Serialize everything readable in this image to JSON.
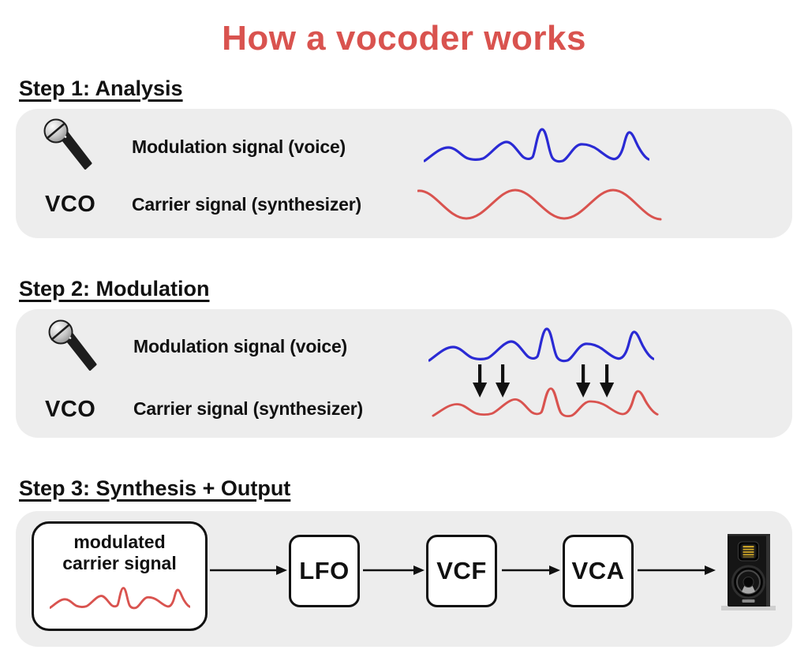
{
  "title": "How a vocoder works",
  "colors": {
    "accent_red": "#d9534f",
    "signal_blue": "#2a2ad4",
    "panel_gray": "#ededed",
    "ink": "#111111"
  },
  "step1": {
    "heading": "Step 1: Analysis",
    "device_label": "VCO",
    "modulation_label": "Modulation signal (voice)",
    "carrier_label": "Carrier signal (synthesizer)"
  },
  "step2": {
    "heading": "Step 2: Modulation",
    "device_label": "VCO",
    "modulation_label": "Modulation signal (voice)",
    "carrier_label": "Carrier signal (synthesizer)"
  },
  "step3": {
    "heading": "Step 3: Synthesis + Output",
    "source_line1": "modulated",
    "source_line2": "carrier signal",
    "chain": [
      "LFO",
      "VCF",
      "VCA"
    ]
  }
}
